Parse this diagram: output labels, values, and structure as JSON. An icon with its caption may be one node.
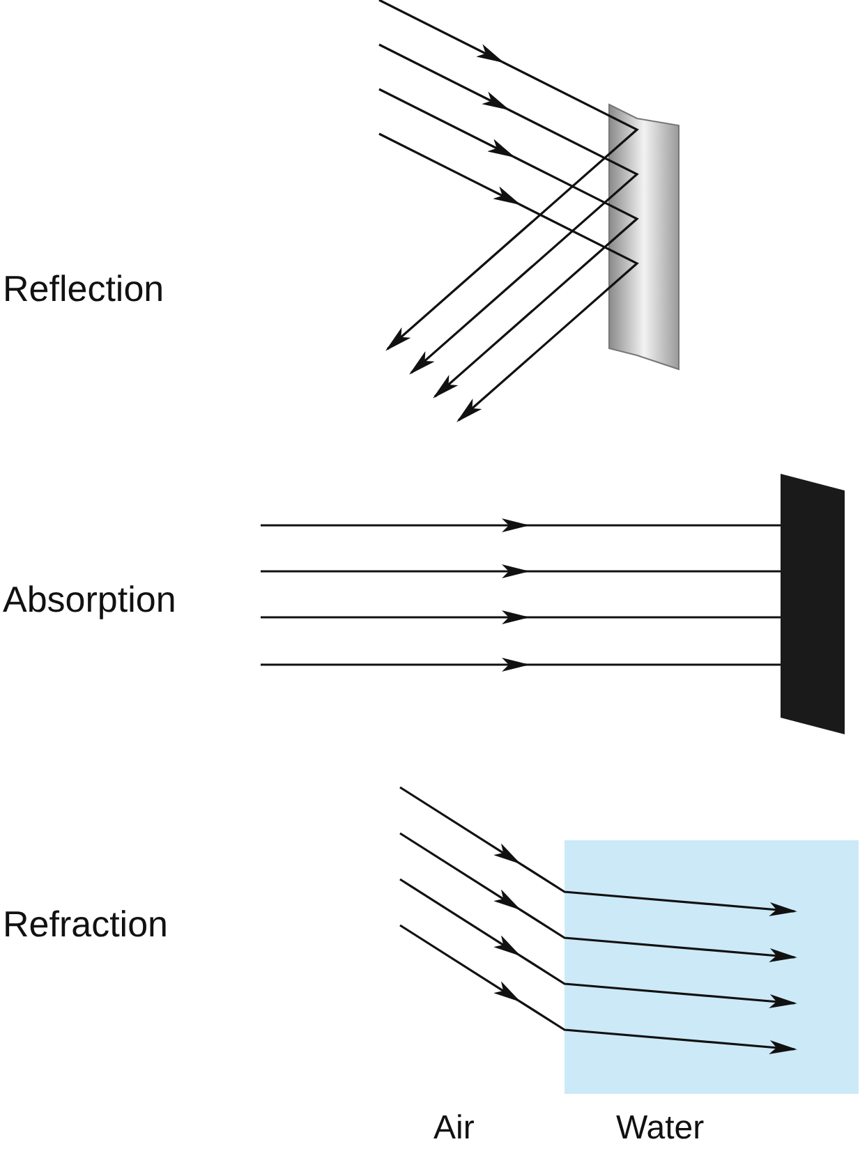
{
  "diagram": {
    "labels": [
      "Reflection",
      "Absorption",
      "Refraction",
      "Air",
      "Water"
    ]
  }
}
